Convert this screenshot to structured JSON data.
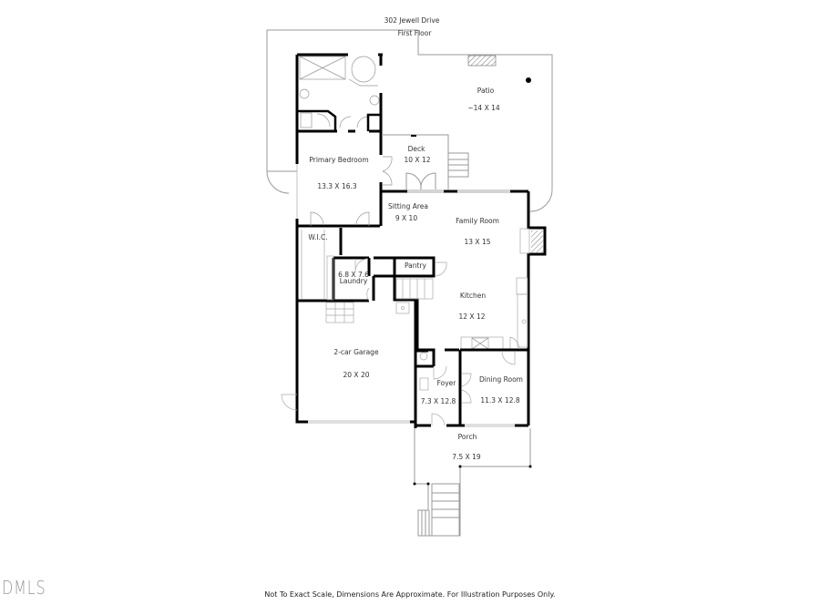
{
  "header": {
    "address": "302 Jewell Drive",
    "floor": "First Floor"
  },
  "rooms": [
    {
      "id": "patio",
      "name": "Patio",
      "dims": "~14 X 14"
    },
    {
      "id": "primary-bedroom",
      "name": "Primary Bedroom",
      "dims": "13.3 X 16.3"
    },
    {
      "id": "deck",
      "name": "Deck",
      "dims": "10 X 12"
    },
    {
      "id": "sitting-area",
      "name": "Sitting Area",
      "dims": "9 X 10"
    },
    {
      "id": "family-room",
      "name": "Family Room",
      "dims": "13 X 15"
    },
    {
      "id": "wic",
      "name": "W.I.C.",
      "dims": ""
    },
    {
      "id": "laundry",
      "name": "Laundry",
      "dims": "6.8 X 7.6"
    },
    {
      "id": "pantry",
      "name": "Pantry",
      "dims": ""
    },
    {
      "id": "kitchen",
      "name": "Kitchen",
      "dims": "12 X 12"
    },
    {
      "id": "garage",
      "name": "2-car Garage",
      "dims": "20 X 20"
    },
    {
      "id": "foyer",
      "name": "Foyer",
      "dims": "7.3 X 12.8"
    },
    {
      "id": "dining-room",
      "name": "Dining Room",
      "dims": "11.3 X 12.8"
    },
    {
      "id": "porch",
      "name": "Porch",
      "dims": "7.5 X 19"
    }
  ],
  "footer": {
    "disclaimer": "Not To Exact Scale, Dimensions Are Approximate. For Illustration Purposes Only.",
    "logo": "DMLS"
  },
  "colors": {
    "wall": "#000000",
    "thin_line": "#9a9a9a",
    "hatch": "#555555"
  }
}
